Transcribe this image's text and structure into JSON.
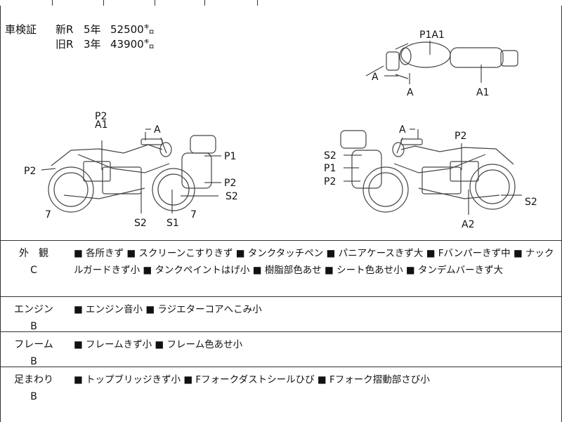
{
  "inspection": {
    "label": "車検証",
    "rows": [
      {
        "kind": "新R",
        "years": "5年",
        "distance": "52500㌔"
      },
      {
        "kind": "旧R",
        "years": "3年",
        "distance": "43900㌔"
      }
    ]
  },
  "diagram_labels": {
    "top_view": [
      "P1A1",
      "A",
      "A",
      "A1"
    ],
    "left_view": [
      "P2",
      "A1",
      "A",
      "P2",
      "P1",
      "P2",
      "S2",
      "7",
      "S2",
      "S1",
      "7"
    ],
    "right_view": [
      "A",
      "P2",
      "S2",
      "P1",
      "P2",
      "S2",
      "A2"
    ]
  },
  "conditions": [
    {
      "category": "外　観",
      "grade": "C",
      "items": "■ 各所きず ■ スクリーンこすりきず ■ タンクタッチペン ■ パニアケースきず大 ■ Fバンパーきず中 ■ ナックルガードきず小 ■ タンクペイントはげ小 ■ 樹脂部色あせ ■ シート色あせ小 ■ タンデムバーきず大"
    },
    {
      "category": "エンジン",
      "grade": "B",
      "items": "■ エンジン音小 ■ ラジエターコアへこみ小"
    },
    {
      "category": "フレーム",
      "grade": "B",
      "items": "■ フレームきず小 ■ フレーム色あせ小"
    },
    {
      "category": "足まわり",
      "grade": "B",
      "items": "■ トップブリッジきず小 ■ Fフォークダストシールひび ■ Fフォーク摺動部さび小"
    }
  ]
}
